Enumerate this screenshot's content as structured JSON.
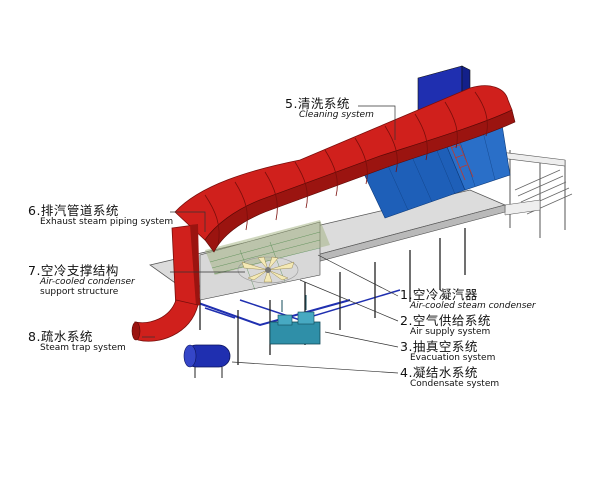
{
  "colors": {
    "hood_red": "#d0201c",
    "hood_shadow": "#9b1410",
    "panel_blue": "#1e5fb8",
    "frame_blue": "#1f2fb0",
    "fin_yellow": "#f3e8a6",
    "steel_gray": "#d8d8d8",
    "pump_teal": "#2f8fa8",
    "leader_line": "#333333"
  },
  "labels": [
    {
      "id": "cleaning",
      "zh": "5.清洗系统",
      "en": [
        "Cleaning system"
      ]
    },
    {
      "id": "exhaust",
      "zh": "6.排汽管道系统",
      "en": [
        "Exhaust steam piping system"
      ]
    },
    {
      "id": "support",
      "zh": "7.空冷支撑结构",
      "en": [
        "Air-cooled condenser",
        "support structure"
      ]
    },
    {
      "id": "trap",
      "zh": "8.疏水系统",
      "en": [
        "Steam trap system"
      ]
    },
    {
      "id": "condenser",
      "zh": "1.空冷凝汽器",
      "en": [
        "Air-cooled steam condenser"
      ]
    },
    {
      "id": "air",
      "zh": "2.空气供给系统",
      "en": [
        "Air supply system"
      ]
    },
    {
      "id": "vacuum",
      "zh": "3.抽真空系统",
      "en": [
        "Evacuation system"
      ]
    },
    {
      "id": "condensate",
      "zh": "4.凝结水系统",
      "en": [
        "Condensate system"
      ]
    }
  ]
}
